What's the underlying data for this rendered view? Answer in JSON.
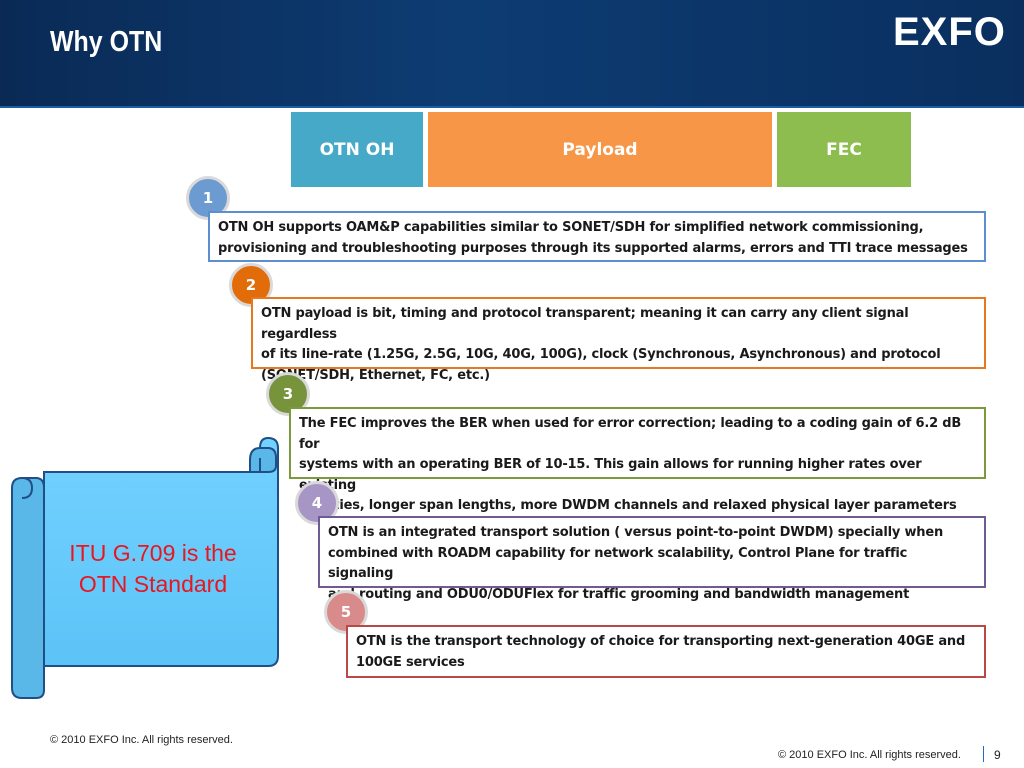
{
  "header": {
    "title": "Why OTN",
    "logo_text": "EXFO"
  },
  "frame": {
    "oh": {
      "label": "OTN OH",
      "color": "#47a9c8"
    },
    "payload": {
      "label": "Payload",
      "color": "#f79646"
    },
    "fec": {
      "label": "FEC",
      "color": "#8dbd4e"
    }
  },
  "points": [
    {
      "num": "1",
      "color": "#6c9bd2",
      "border": "#5b8fd0",
      "lines": [
        "OTN OH supports OAM&P capabilities similar to SONET/SDH for simplified network commissioning,",
        "provisioning and troubleshooting purposes through its supported alarms, errors and TTI trace messages"
      ]
    },
    {
      "num": "2",
      "color": "#e36c0a",
      "border": "#e6791f",
      "lines": [
        "OTN payload is bit, timing and protocol transparent; meaning it can carry any client signal regardless",
        "of its line-rate (1.25G, 2.5G, 10G, 40G, 100G), clock (Synchronous, Asynchronous) and protocol",
        "(SONET/SDH, Ethernet, FC, etc.)"
      ]
    },
    {
      "num": "3",
      "color": "#77933c",
      "border": "#7a9a3d",
      "lines": [
        "The FEC improves the BER when used for error correction; leading to a coding gain of 6.2 dB for",
        "systems with an operating BER of 10-15. This gain allows for running higher rates over existing",
        "facilities, longer span lengths, more DWDM channels and relaxed physical layer parameters"
      ]
    },
    {
      "num": "4",
      "color": "#a795c5",
      "border": "#6f5a94",
      "lines": [
        "OTN is an integrated transport solution ( versus point-to-point DWDM) specially when",
        "combined with ROADM capability for network scalability, Control Plane for traffic signaling",
        "and routing and ODU0/ODUFlex for traffic grooming and bandwidth management"
      ]
    },
    {
      "num": "5",
      "color": "#d98b8b",
      "border": "#b94848",
      "lines": [
        "OTN is the transport technology of choice for transporting next-generation 40GE and",
        "100GE services"
      ]
    }
  ],
  "scroll": {
    "line1": "ITU G.709 is the",
    "line2": "OTN Standard",
    "text_color": "#e8171f",
    "fill_color": "#66ccff"
  },
  "footer": {
    "left": "© 2010 EXFO Inc. All rights reserved.",
    "right": "© 2010 EXFO Inc. All rights reserved.",
    "page": "9"
  }
}
